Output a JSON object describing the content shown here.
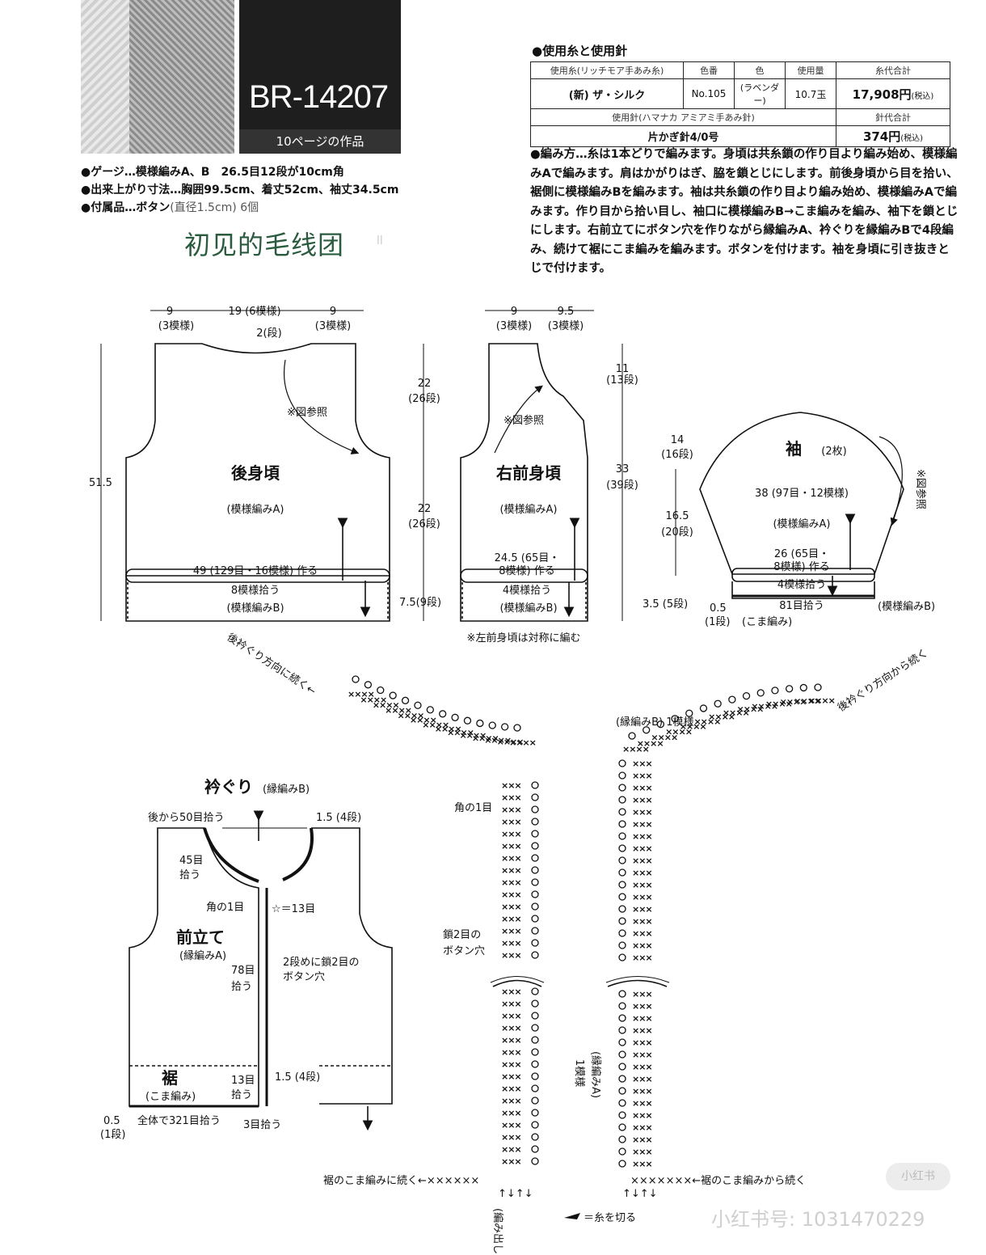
{
  "header": {
    "code": "BR-14207",
    "page_ref": "10ページの作品",
    "gauge": "●ゲージ…模様編みA、B　26.5目12段が10cm角",
    "size": "●出来上がり寸法…胸囲99.5cm、着丈52cm、袖丈34.5cm",
    "accessory_label": "●付属品…ボタン",
    "accessory_note": "(直径1.5cm) 6個",
    "watermark": "初见的毛线团"
  },
  "yarn": {
    "title": "●使用糸と使用針",
    "col_yarn": "使用糸(リッチモア手あみ糸)",
    "col_color_no": "色番",
    "col_color": "色",
    "col_amount": "使用量",
    "col_price": "糸代合計",
    "yarn_name": "(新) ザ・シルク",
    "color_no": "No.105",
    "color": "(ラベンダー)",
    "amount": "10.7玉",
    "price": "17,908円",
    "tax": "(税込)",
    "needle_header": "使用針(ハマナカ アミアミ手あみ針)",
    "needle_price_header": "針代合計",
    "needle": "片かぎ針4/0号",
    "needle_price": "374円",
    "needle_tax": "(税込)"
  },
  "method": "●編み方…糸は1本どりで編みます。身頃は共糸鎖の作り目より編み始め、模様編みAで編みます。肩はかがりはぎ、脇を鎖とじにします。前後身頃から目を拾い、裾側に模様編みBを編みます。袖は共糸鎖の作り目より編み始め、模様編みAで編みます。作り目から拾い目し、袖口に模様編みB→こま編みを編み、袖下を鎖とじにします。右前立てにボタン穴を作りながら縁編みA、衿ぐりを縁編みBで4段編み、続けて裾にこま編みを編みます。ボタンを付けます。袖を身頃に引き抜きとじで付けます。",
  "back": {
    "title": "後身頃",
    "pattern": "(模様編みA)",
    "top_left": "9",
    "top_left_sub": "(3模様)",
    "top_mid": "19 (6模様)",
    "top_right": "9",
    "top_right_sub": "(3模様)",
    "neck": "2(段)",
    "ref": "※図参照",
    "height": "51.5",
    "cast_on": "49 (129目・16模様) 作る",
    "pickup": "8模様拾う",
    "border": "(模様編みB)"
  },
  "front": {
    "title": "右前身頃",
    "pattern": "(模様編みA)",
    "top_left": "9",
    "top_left_sub": "(3模様)",
    "top_right": "9.5",
    "top_right_sub": "(3模様)",
    "ref": "※図参照",
    "h1": "22",
    "h1_rows": "(26段)",
    "h2": "22",
    "h2_rows": "(26段)",
    "h3": "7.5(9段)",
    "r1": "11",
    "r1_rows": "(13段)",
    "r2": "33",
    "r2_rows": "(39段)",
    "cast_on_1": "24.5 (65目・",
    "cast_on_2": "8模様) 作る",
    "pickup": "4模様拾う",
    "border": "(模様編みB)",
    "note": "※左前身頃は対称に編む"
  },
  "sleeve": {
    "title": "袖",
    "count": "(2枚)",
    "ref": "※図参照",
    "h1": "14",
    "h1_rows": "(16段)",
    "h2": "16.5",
    "h2_rows": "(20段)",
    "h3": "3.5 (5段)",
    "h4": "0.5",
    "h4_rows": "(1段)",
    "width": "38 (97目・12模様)",
    "pattern": "(模様編みA)",
    "cast_on_1": "26 (65目・",
    "cast_on_2": "8模様) 作る",
    "pickup": "4模様拾う",
    "pickup2": "81目拾う",
    "border": "(模様編みB)",
    "sc": "(こま編み)"
  },
  "band": {
    "title": "衿ぐり",
    "title_sub": "(縁編みB)",
    "back_pick": "後から50目拾う",
    "neck_width": "1.5 (4段)",
    "pick45": "45目",
    "pick45b": "拾う",
    "corner": "角の1目",
    "star": "☆＝13目",
    "front_title": "前立て",
    "front_sub": "(縁編みA)",
    "pick78": "78目",
    "pick78b": "拾う",
    "buttonhole": "2段めに鎖2目の",
    "buttonhole2": "ボタン穴",
    "hem_title": "裾",
    "hem_sub": "(こま編み)",
    "pick13": "13目",
    "pick13b": "拾う",
    "hem_width": "1.5 (4段)",
    "total": "全体で321目拾う",
    "pick3": "3目拾う",
    "hem_h": "0.5",
    "hem_h_rows": "(1段)"
  },
  "chart": {
    "left_top": "後衿ぐり方向に続く←",
    "right_top": "後衿ぐり方向から続く",
    "corner": "角の1目",
    "buttonhole_1": "鎖2目の",
    "buttonhole_2": "ボタン穴",
    "edge_b": "(縁編みB) 1模様",
    "edge_a_1": "(縁編みA)",
    "edge_a_2": "1模様",
    "bottom_left": "裾のこま編みに続く←××××××",
    "bottom_right": "×××××××←裾のこま編みから続く",
    "arrows": "↑↓↑↓",
    "start_note": "(編み出し)",
    "cut": "＝糸を切る"
  },
  "footer": {
    "watermark": "小红书号: 1031470229",
    "badge": "小红书"
  }
}
